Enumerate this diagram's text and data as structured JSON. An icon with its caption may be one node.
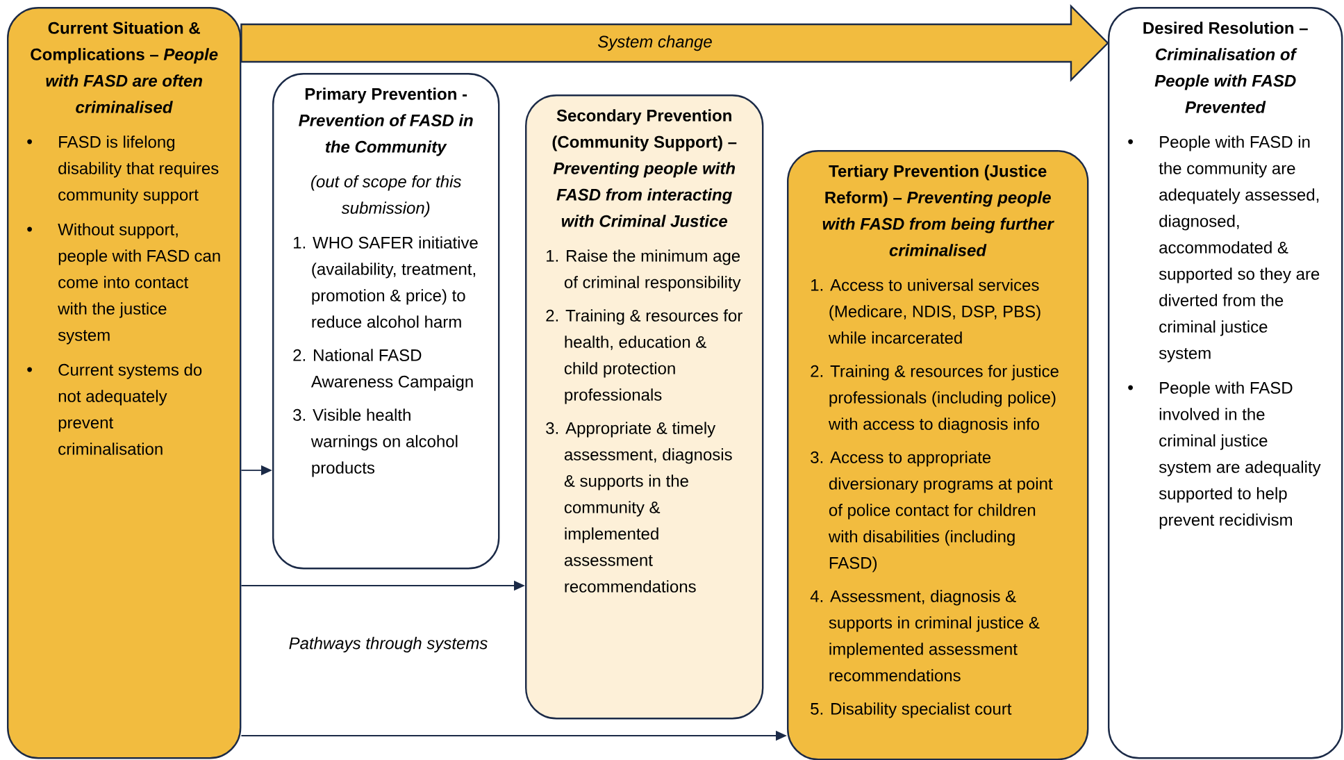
{
  "diagram": {
    "nodes": [
      {
        "text": [
          "Current Situation & Complications – *People with FASD are often criminalised*",
          "FASD is lifelong disability that requires community support",
          "Without support, people with FASD can come into contact with the justice system",
          "Current systems do not adequately prevent criminalisation"
        ]
      },
      {
        "text": [
          "Primary Prevention - *Prevention of FASD in the Community*",
          "(out of scope for this submission)",
          "1. WHO SAFER initiative (availability, treatment, promotion & price) to reduce alcohol harm",
          "2. National FASD Awareness Campaign",
          "3. Visible health warnings on alcohol products"
        ]
      },
      {
        "text": [
          "Secondary Prevention (Community Support) – *Preventing people with FASD from interacting with Criminal Justice*",
          "1. Raise the minimum age of criminal responsibility",
          "2. Training & resources for health, education & child protection professionals",
          "3. Appropriate & timely assessment, diagnosis & supports in the community & implemented assessment recommendations"
        ]
      },
      {
        "text": [
          "Tertiary Prevention (Justice Reform) – *Preventing people with FASD from being further criminalised*",
          "1. Access to universal services (Medicare, NDIS, DSP, PBS) while incarcerated",
          "2. Training & resources for justice professionals (including police) with access to diagnosis info",
          "3. Access to appropriate diversionary programs at point of police contact for children with disabilities (including FASD)",
          "4. Assessment, diagnosis & supports in criminal justice & implemented assessment recommendations",
          "5. Disability specialist court"
        ]
      },
      {
        "text": [
          "Desired Resolution – *Criminalisation of People with FASD Prevented*",
          "People with FASD in the community are adequately assessed, diagnosed, accommodated & supported so they are diverted from the criminal justice system",
          "People with FASD involved in the criminal justice system are adequality supported to help prevent recidivism"
        ]
      }
    ],
    "edges": [
      {
        "from": 0,
        "to": 4,
        "arrow": "to",
        "label": "System change",
        "style": "thick",
        "color": "#f2bc3f"
      },
      {
        "from": 0,
        "to": 1,
        "arrow": "to"
      },
      {
        "from": 0,
        "to": 2,
        "arrow": "to"
      },
      {
        "from": 0,
        "to": 3,
        "arrow": "to"
      }
    ],
    "labels": [
      "Pathways through systems"
    ]
  }
}
